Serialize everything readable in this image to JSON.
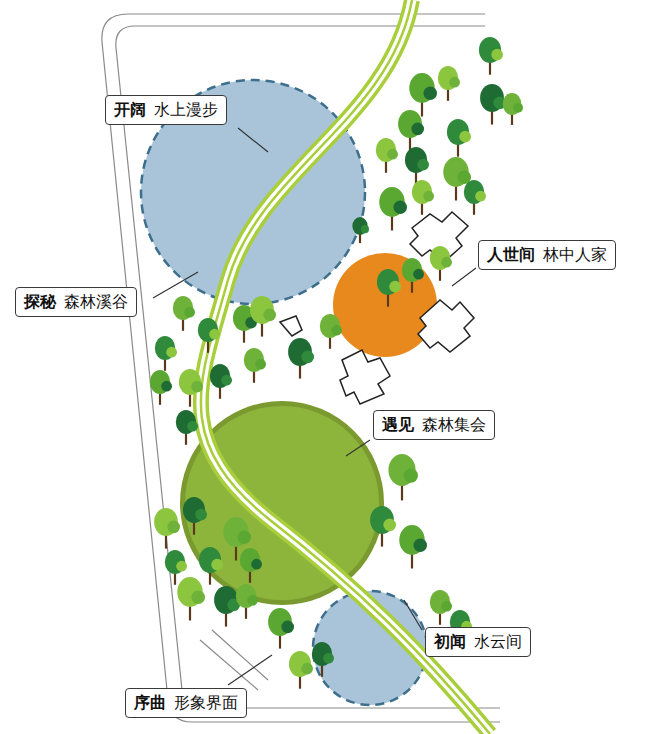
{
  "diagram": {
    "nodes": [
      {
        "text": [
          "开阔",
          "水上漫步"
        ]
      },
      {
        "text": [
          "人世间",
          "林中人家"
        ]
      },
      {
        "text": [
          "探秘",
          "森林溪谷"
        ]
      },
      {
        "text": [
          "遇见",
          "森林集会"
        ]
      },
      {
        "text": [
          "初闻",
          "水云间"
        ]
      },
      {
        "text": [
          "序曲",
          "形象界面"
        ]
      }
    ]
  }
}
